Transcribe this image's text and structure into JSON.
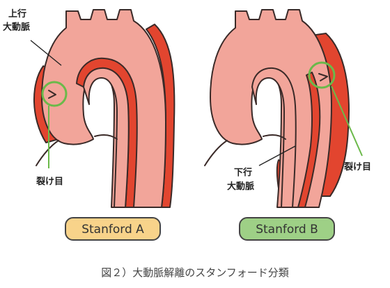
{
  "left_diagram": {
    "label_ascending": [
      "上行",
      "大動脈"
    ],
    "label_tear": "裂け目",
    "type_label": "Stanford A"
  },
  "right_diagram": {
    "label_descending": [
      "下行",
      "大動脈"
    ],
    "label_tear": "裂け目",
    "type_label": "Stanford B"
  },
  "caption": "図２）大動脈解離のスタンフォード分類",
  "colors": {
    "aorta_fill": "#f2a59a",
    "dissection_fill": "#e2452f",
    "tear_circle": "#6bb94a",
    "badge_a_fill": "#f8d38a",
    "badge_b_fill": "#9ed086",
    "badge_stroke": "#444444"
  }
}
